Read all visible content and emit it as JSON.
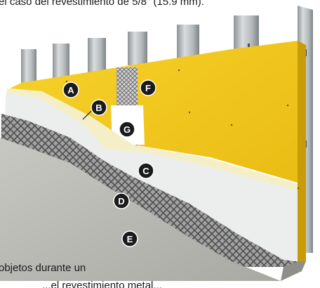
{
  "captions": {
    "top": "el caso del revestimiento de 5/8\" (15.9 mm).",
    "bottom_line1": "objetos durante un",
    "bottom_line2": "...el revestimiento metal..."
  },
  "labels": {
    "a": "A",
    "b": "B",
    "c": "C",
    "d": "D",
    "e": "E",
    "f": "F",
    "g": "G"
  },
  "colors": {
    "yellow_board": "#f2c41c",
    "white_layer": "#eef0ef",
    "mesh_layer": "#8f8f8f",
    "gray_base": "#b9b9b4",
    "steel_stud": "#b7bcbf",
    "label_fill": "#1b1b1b"
  }
}
